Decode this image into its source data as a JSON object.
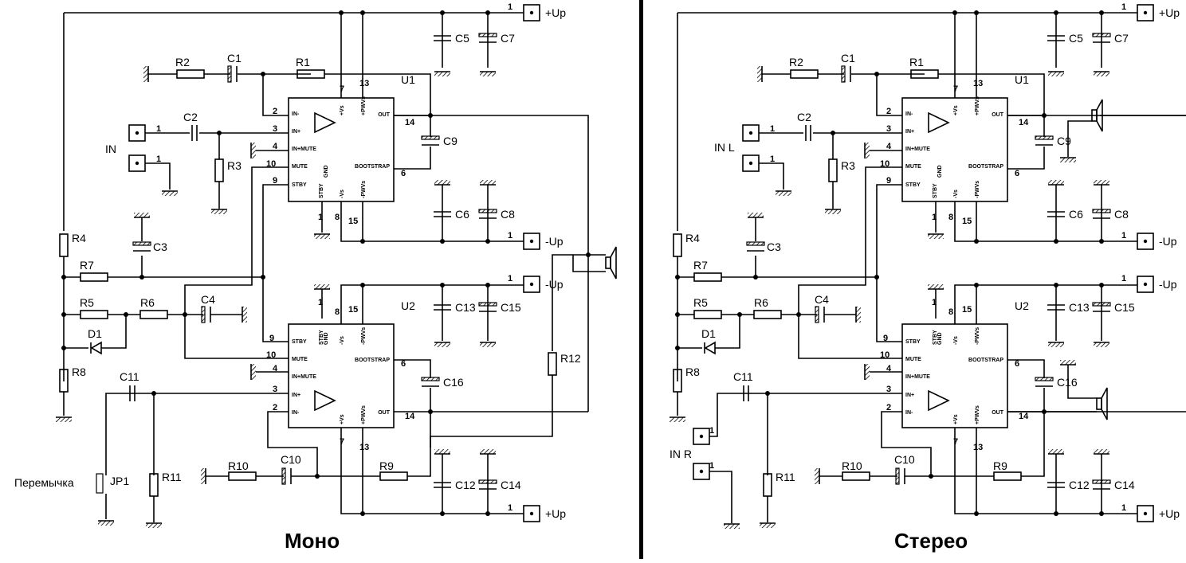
{
  "sections": [
    {
      "title": "Моно",
      "input_labels": [
        "IN"
      ],
      "jumper_label": "Перемычка"
    },
    {
      "title": "Стерео",
      "input_labels": [
        "IN L",
        "IN R"
      ]
    }
  ],
  "ic_names": [
    "U1",
    "U2"
  ],
  "ic_pins": {
    "in_minus": "IN-",
    "in_plus": "IN+",
    "in_mute": "IN+MUTE",
    "mute": "MUTE",
    "stby": "STBY",
    "out": "OUT",
    "bootstrap": "BOOTSTRAP",
    "plus_vs": "+Vs",
    "plus_pwvs": "+PWVs",
    "minus_vs": "-Vs",
    "minus_pwvs": "-PWVs",
    "stby_gnd": "STBY GND"
  },
  "pin_numbers": [
    "1",
    "2",
    "3",
    "4",
    "6",
    "7",
    "8",
    "9",
    "10",
    "13",
    "14",
    "15"
  ],
  "supply_labels": {
    "pos": "+Up",
    "neg": "-Up",
    "pin": "1"
  },
  "components": {
    "top": [
      "R1",
      "R2",
      "R3",
      "C1",
      "C2",
      "C5",
      "C6",
      "C7",
      "C8",
      "C9"
    ],
    "bottom": [
      "R9",
      "R10",
      "R11",
      "C10",
      "C11",
      "C12",
      "C13",
      "C14",
      "C15",
      "C16"
    ],
    "mono_extra": [
      "R4",
      "R5",
      "R6",
      "R7",
      "R8",
      "R12",
      "C3",
      "C4",
      "D1",
      "JP1"
    ]
  }
}
